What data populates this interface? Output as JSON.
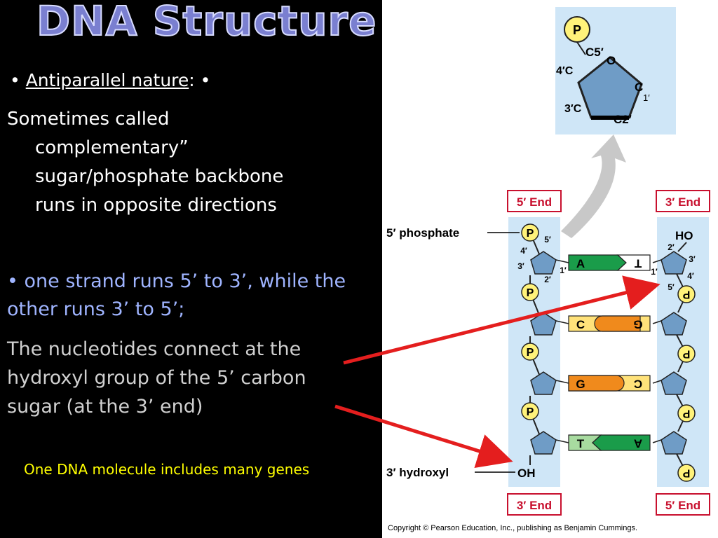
{
  "title": "DNA Structure",
  "bullets": {
    "b1_label": "Antiparallel nature",
    "b1_suffix": ":  •",
    "b2_line1": "Sometimes called",
    "b2_line2": "complementary”",
    "b2_line3": "sugar/phosphate backbone",
    "b2_line4": "runs in opposite directions",
    "b3": "• one strand runs 5’ to 3’, while the other runs 3’ to 5’;",
    "b4": "The nucleotides connect at the hydroxyl group of the 5’ carbon sugar (at the 3’ end)",
    "b5": " One DNA molecule includes many genes"
  },
  "diagram": {
    "sugar_labels": {
      "p": "P",
      "c5": "C5′",
      "o": "O",
      "c4": "4′C",
      "c1": "C",
      "c1p": "1′",
      "c3": "3′C",
      "c2": "C2′"
    },
    "end_labels": {
      "left_top": "5′ End",
      "right_top": "3′ End",
      "left_bottom": "3′ End",
      "right_bottom": "5′ End"
    },
    "side_labels": {
      "phosphate": "5′ phosphate",
      "hydroxyl": "3′ hydroxyl",
      "ho": "HO",
      "oh": "OH"
    },
    "pairs": [
      {
        "left": "A",
        "right": "T",
        "color": "#1a9c4a"
      },
      {
        "left": "C",
        "right": "G",
        "color": "#f08a1c"
      },
      {
        "left": "G",
        "right": "C",
        "color": "#f08a1c"
      },
      {
        "left": "T",
        "right": "A",
        "color": "#1a9c4a"
      }
    ],
    "phosphate_letter": "P",
    "carbon_numbers": {
      "five": "5′",
      "four": "4′",
      "three": "3′",
      "two": "2′",
      "one": "1′"
    },
    "copyright": "Copyright © Pearson Education, Inc., publishing as Benjamin Cummings."
  }
}
